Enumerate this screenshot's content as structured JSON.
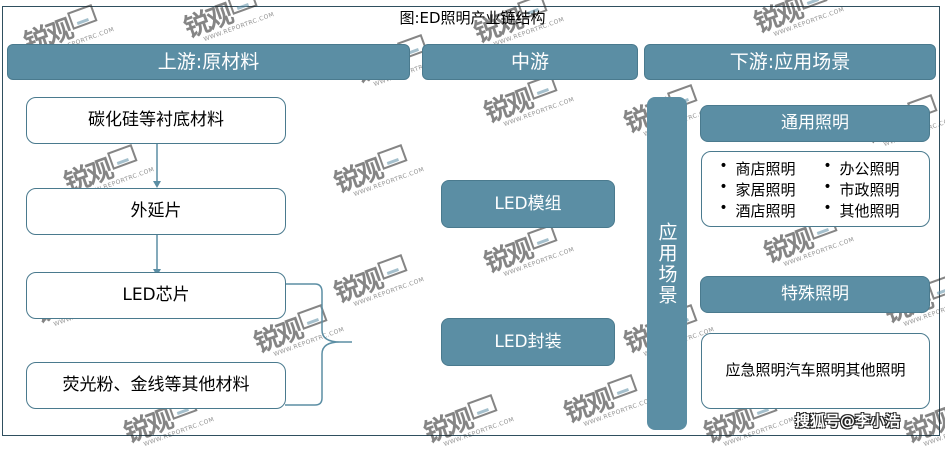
{
  "title": "图:ED照明产业链结构",
  "watermark": {
    "brand": "锐观",
    "url": "WWW.REPORTRC.COM"
  },
  "headers": {
    "upstream": "上游:原材料",
    "midstream": "中游",
    "downstream": "下游:应用场景"
  },
  "upstream": {
    "items": [
      "碳化硅等衬底材料",
      "外延片",
      "LED芯片",
      "荧光粉、金线等其他材料"
    ]
  },
  "midstream": {
    "items": [
      "LED模组",
      "LED封装"
    ]
  },
  "downstream": {
    "side_label": "应用场景",
    "general": {
      "title": "通用照明",
      "items": [
        "商店照明",
        "办公照明",
        "家居照明",
        "市政照明",
        "酒店照明",
        "其他照明"
      ]
    },
    "special": {
      "title": "特殊照明",
      "text": "应急照明汽车照明其他照明"
    }
  },
  "credit": "搜狐号@李小浩",
  "colors": {
    "accent": "#5b8ea4",
    "border": "#4a7a8e",
    "frame": "#2f4f5f"
  }
}
